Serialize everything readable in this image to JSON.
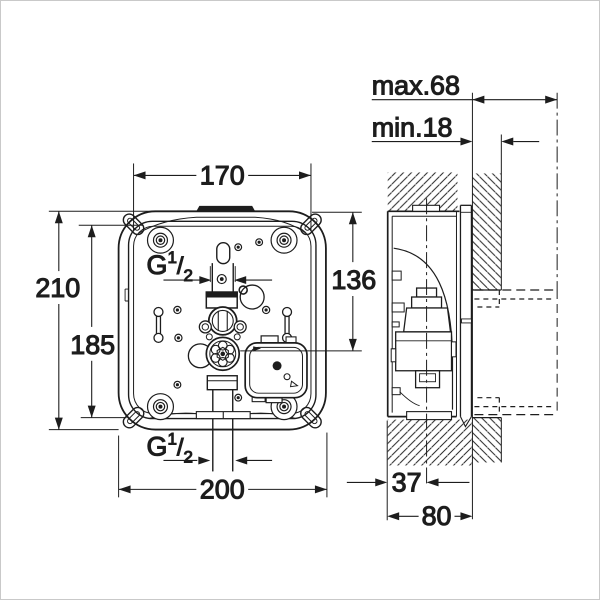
{
  "labels": {
    "dim_170": "170",
    "dim_210": "210",
    "dim_185": "185",
    "dim_136": "136",
    "dim_200": "200",
    "dim_max68": "max.68",
    "dim_min18": "min.18",
    "dim_37": "37",
    "dim_80": "80",
    "thread": {
      "base": "G",
      "sup": "1",
      "slash": "/",
      "sub": "2"
    }
  },
  "colors": {
    "line": "#1d1d1d",
    "background": "#ffffff",
    "frame_border": "#c9c9c9"
  }
}
